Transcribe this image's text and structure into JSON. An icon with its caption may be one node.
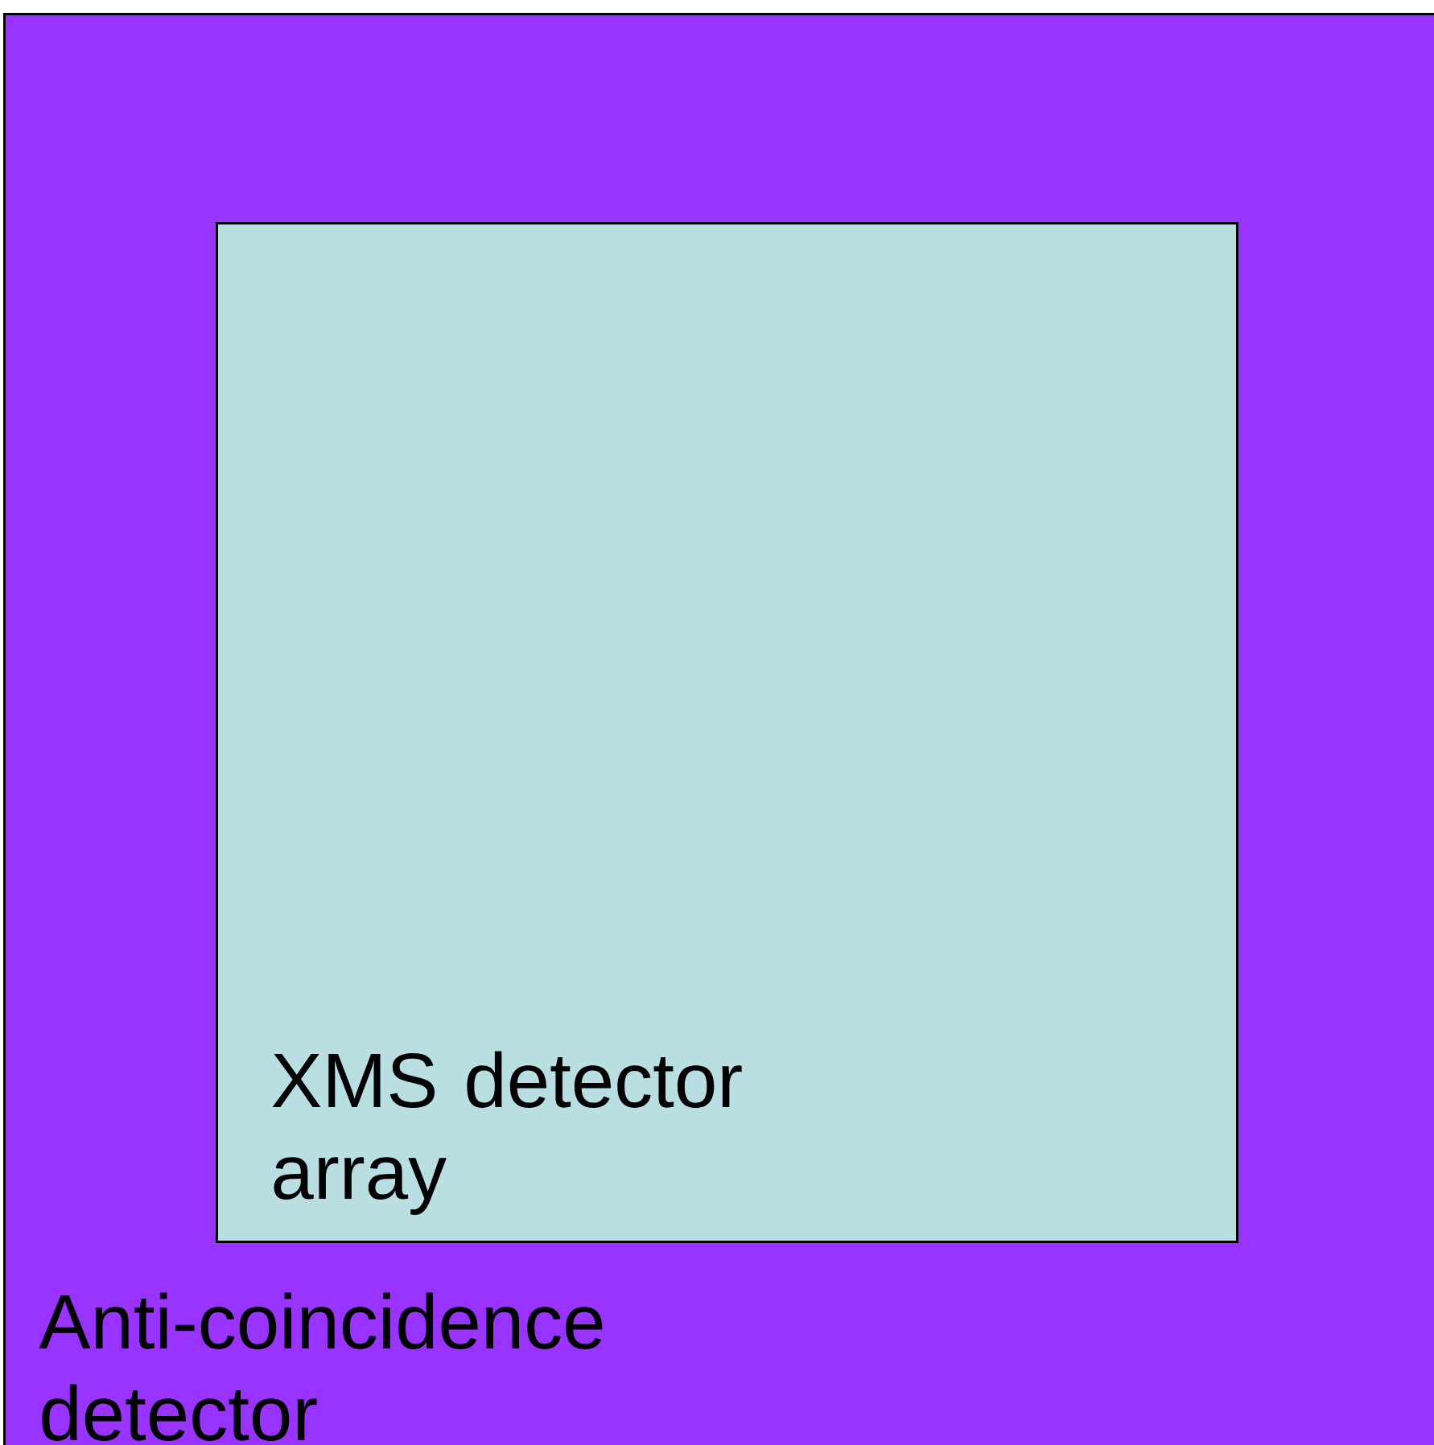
{
  "diagram": {
    "nodes": [
      {
        "text": [
          "Anti-coincidence detector"
        ]
      },
      {
        "text": [
          "XMS detector array"
        ],
        "in": 0
      }
    ]
  }
}
